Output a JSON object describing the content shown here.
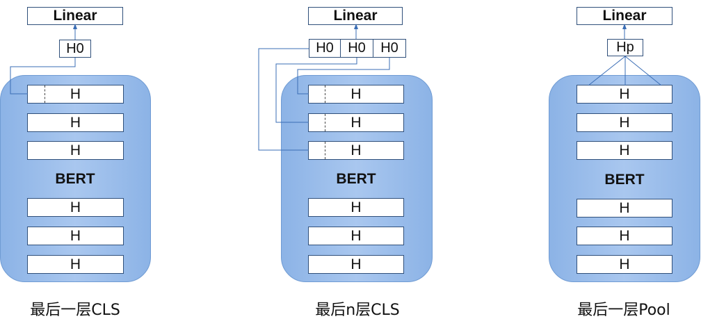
{
  "panels": [
    {
      "linear_label": "Linear",
      "head_labels": [
        "H0"
      ],
      "model_label": "BERT",
      "top_layers": [
        "H",
        "H",
        "H"
      ],
      "bottom_layers": [
        "H",
        "H",
        "H"
      ],
      "caption": "最后一层CLS"
    },
    {
      "linear_label": "Linear",
      "head_labels": [
        "H0",
        "H0",
        "H0"
      ],
      "model_label": "BERT",
      "top_layers": [
        "H",
        "H",
        "H"
      ],
      "bottom_layers": [
        "H",
        "H",
        "H"
      ],
      "caption": "最后n层CLS"
    },
    {
      "linear_label": "Linear",
      "head_labels": [
        "Hp"
      ],
      "model_label": "BERT",
      "top_layers": [
        "H",
        "H",
        "H"
      ],
      "bottom_layers": [
        "H",
        "H",
        "H"
      ],
      "caption": "最后一层Pool"
    }
  ],
  "colors": {
    "line": "#2f4f7a",
    "arrow": "#3a6db5",
    "body_fill": "#a9c7ef",
    "body_edge": "#6f9bd3"
  }
}
